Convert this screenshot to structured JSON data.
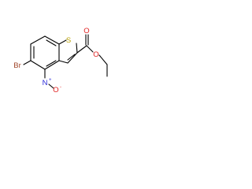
{
  "molecule": {
    "labels": {
      "sulfur": "S",
      "bromine": "Br",
      "nitro_nitrogen": "N",
      "nitro_n_charge": "+",
      "nitro_oxygen": "O",
      "nitro_o_charge": "-",
      "carbonyl_oxygen": "O",
      "ester_oxygen": "O"
    },
    "colors": {
      "bond": "#000000",
      "sulfur": "#b8a000",
      "bromine": "#a0462a",
      "nitrogen": "#2a2ad8",
      "oxygen": "#e02020"
    }
  }
}
